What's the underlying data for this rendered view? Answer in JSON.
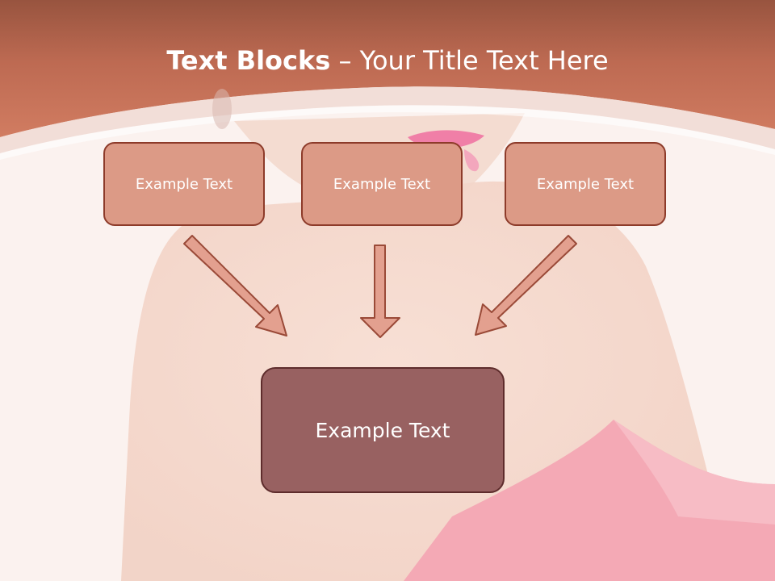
{
  "title": {
    "bold": "Text Blocks",
    "rest": " – Your Title Text Here"
  },
  "blocks": [
    {
      "label": "Example Text"
    },
    {
      "label": "Example Text"
    },
    {
      "label": "Example Text"
    }
  ],
  "center_block": {
    "label": "Example Text"
  },
  "colors": {
    "header": "#c9694d",
    "block_fill": "#dc9a86",
    "block_border": "#8d3b2a",
    "center_fill": "#986161",
    "arrow_fill": "#e3a08f",
    "arrow_stroke": "#9a4a38"
  }
}
